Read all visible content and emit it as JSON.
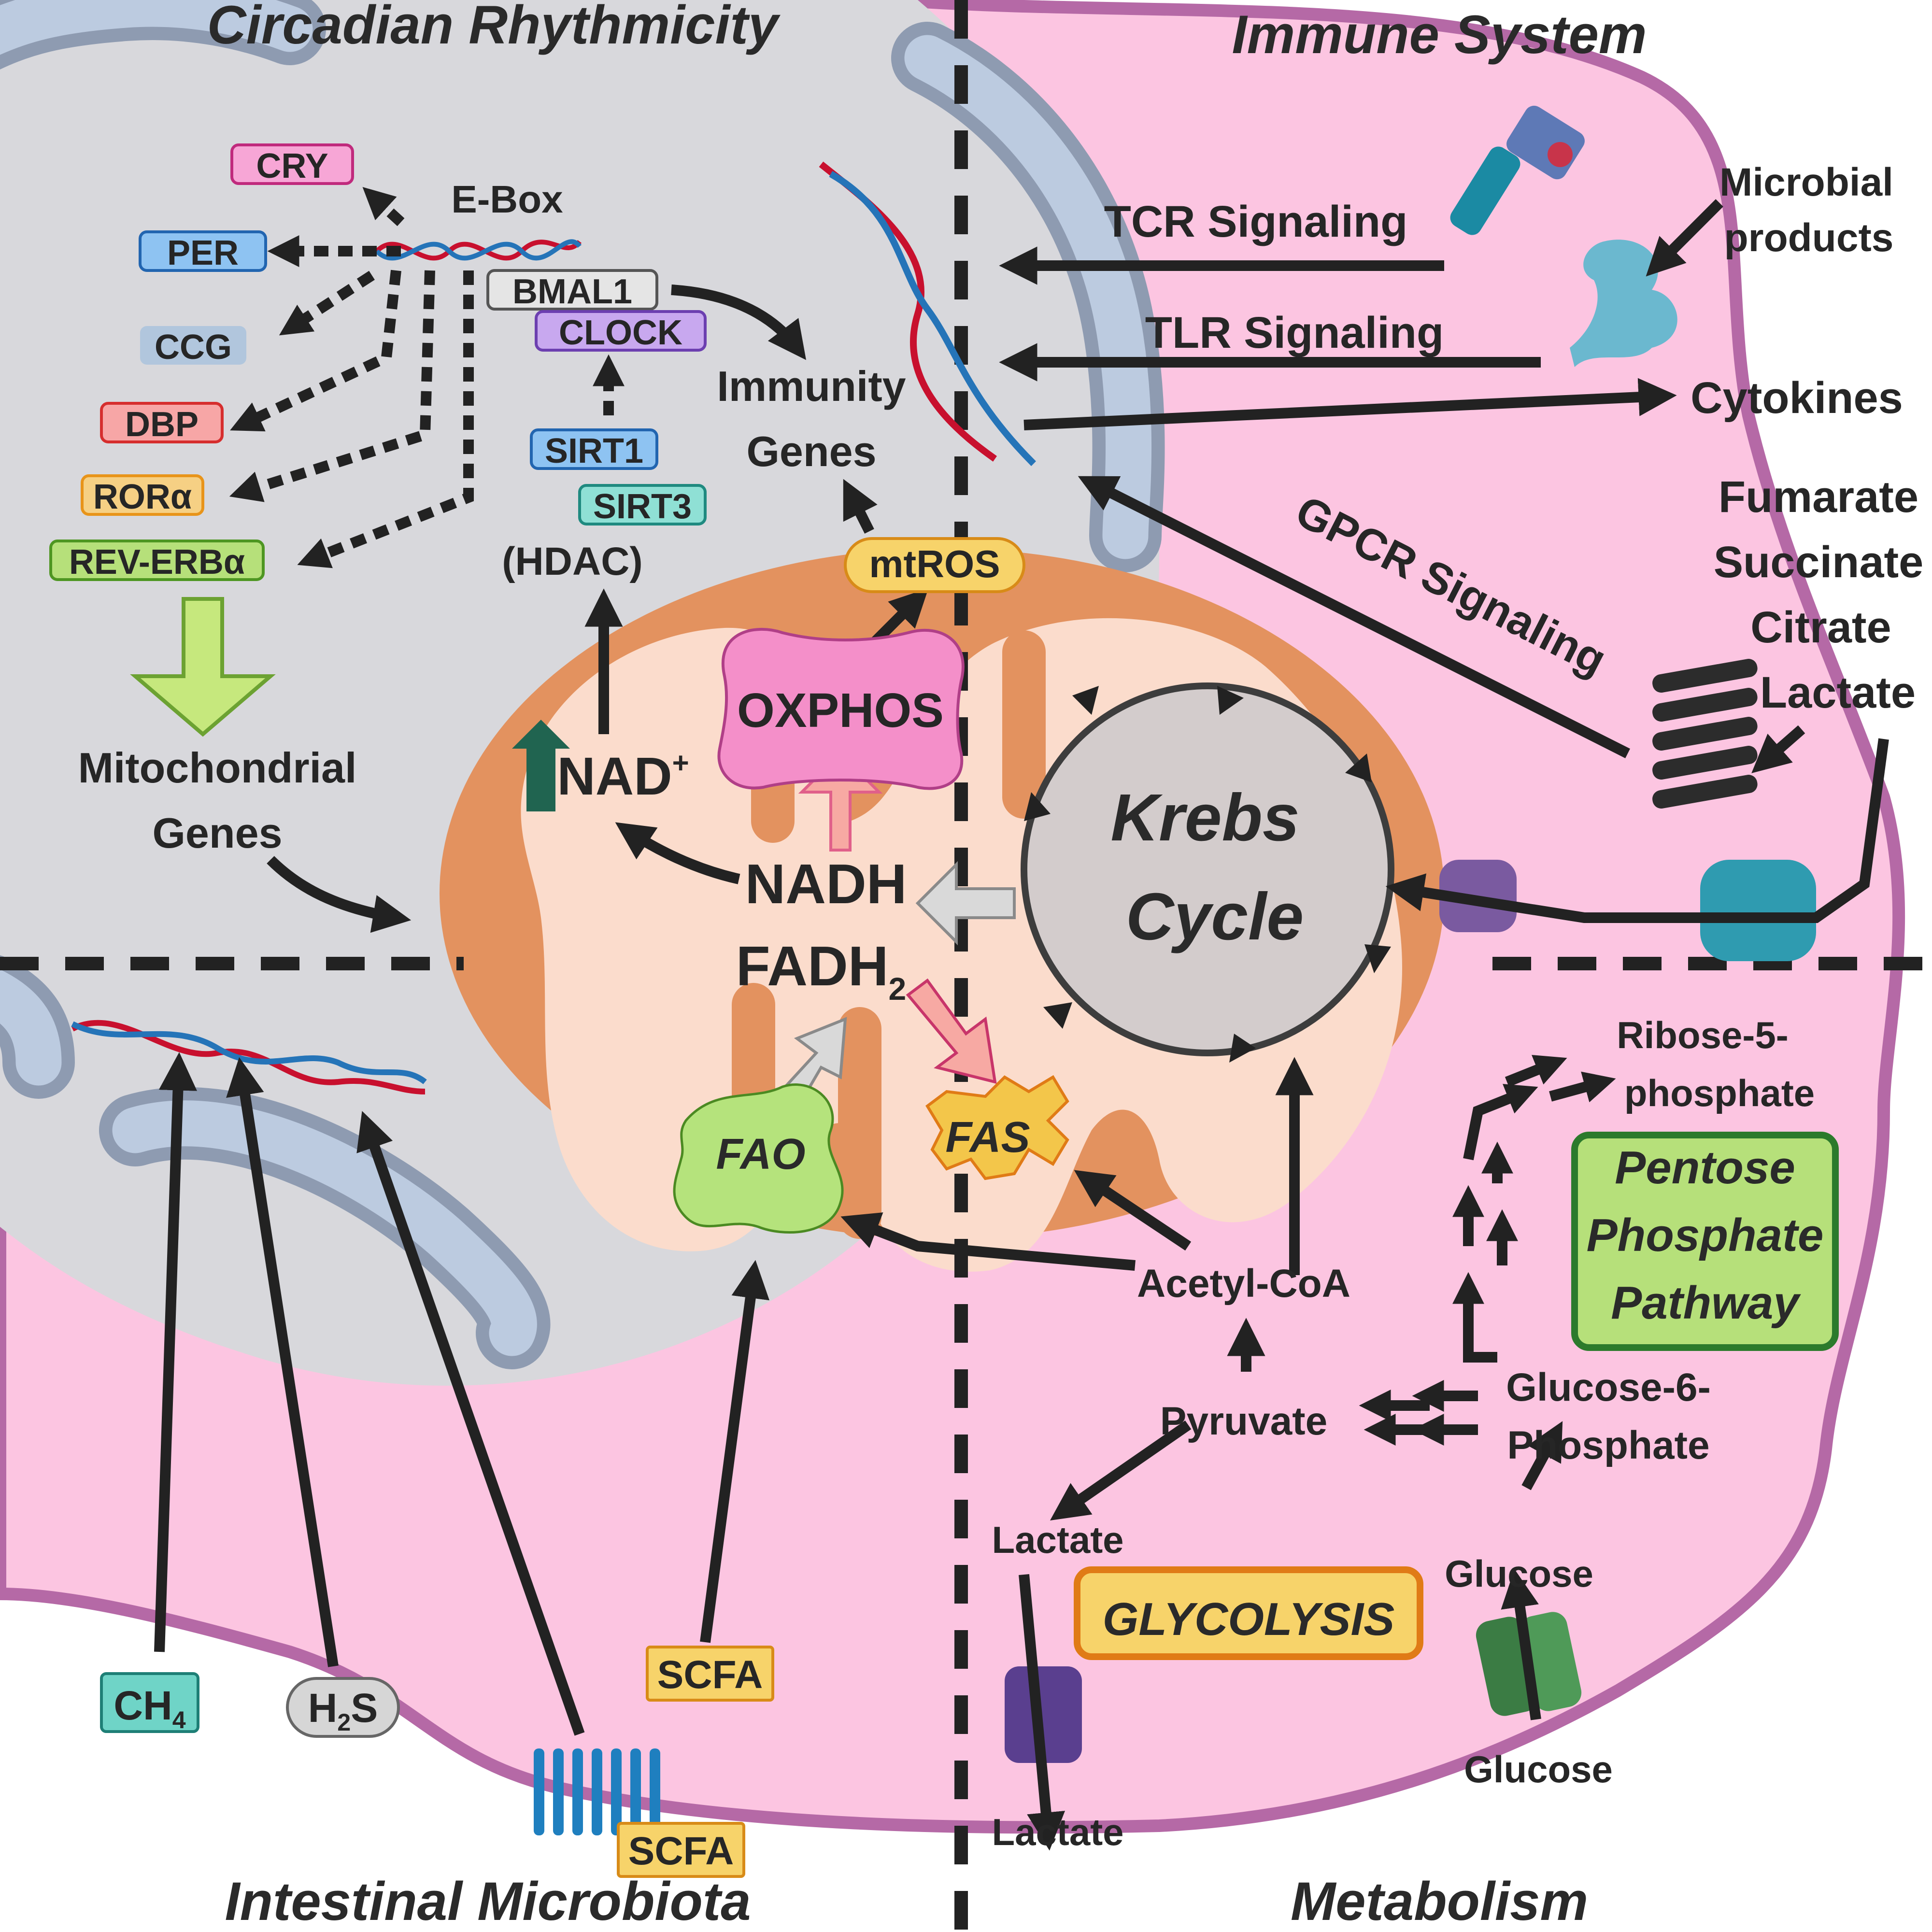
{
  "quadrants": {
    "top_left": "Circadian Rhythmicity",
    "top_right": "Immune System",
    "bottom_left": "Intestinal Microbiota",
    "bottom_right": "Metabolism"
  },
  "circadian": {
    "ebox": "E-Box",
    "cry": "CRY",
    "per": "PER",
    "ccg": "CCG",
    "dbp": "DBP",
    "rora": "RORα",
    "reverb": "REV-ERBα",
    "bmal1": "BMAL1",
    "clock": "CLOCK",
    "sirt1": "SIRT1",
    "sirt3": "SIRT3",
    "hdac": "(HDAC)",
    "immunity_genes_1": "Immunity",
    "immunity_genes_2": "Genes",
    "mito_genes_1": "Mitochondrial",
    "mito_genes_2": "Genes"
  },
  "mitochondria": {
    "mtros": "mtROS",
    "oxphos": "OXPHOS",
    "nad": "NAD",
    "nad_sup": "+",
    "nadh": "NADH",
    "fadh": "FADH",
    "fadh_sub": "2",
    "krebs_1": "Krebs",
    "krebs_2": "Cycle",
    "fao": "FAO",
    "fas": "FAS"
  },
  "immune": {
    "tcr": "TCR Signaling",
    "tlr": "TLR Signaling",
    "gpcr": "GPCR Signaling",
    "microbial_1": "Microbial",
    "microbial_2": "products",
    "cytokines": "Cytokines",
    "fumarate": "Fumarate",
    "succinate": "Succinate",
    "citrate": "Citrate",
    "lactate": "Lactate"
  },
  "metabolism": {
    "acetyl_coa": "Acetyl-CoA",
    "pyruvate": "Pyruvate",
    "lactate_in": "Lactate",
    "lactate_out": "Lactate",
    "glucose_in": "Glucose",
    "glucose_out": "Glucose",
    "g6p_1": "Glucose-6-",
    "g6p_2": "Phosphate",
    "r5p_1": "Ribose-5-",
    "r5p_2": "phosphate",
    "ppp_1": "Pentose",
    "ppp_2": "Phosphate",
    "ppp_3": "Pathway",
    "glycolysis": "GLYCOLYSIS"
  },
  "microbiota": {
    "ch4": "CH",
    "ch4_sub": "4",
    "h2s_h": "H",
    "h2s_sub": "2",
    "h2s_s": "S",
    "scfa_1": "SCFA",
    "scfa_2": "SCFA"
  },
  "colors": {
    "cell_pink": "#fcc5e1",
    "membrane": "#b569a6",
    "nucleus_gray": "#d8d8dc",
    "mito_orange": "#e3925f",
    "mito_inner": "#fbdccc"
  }
}
